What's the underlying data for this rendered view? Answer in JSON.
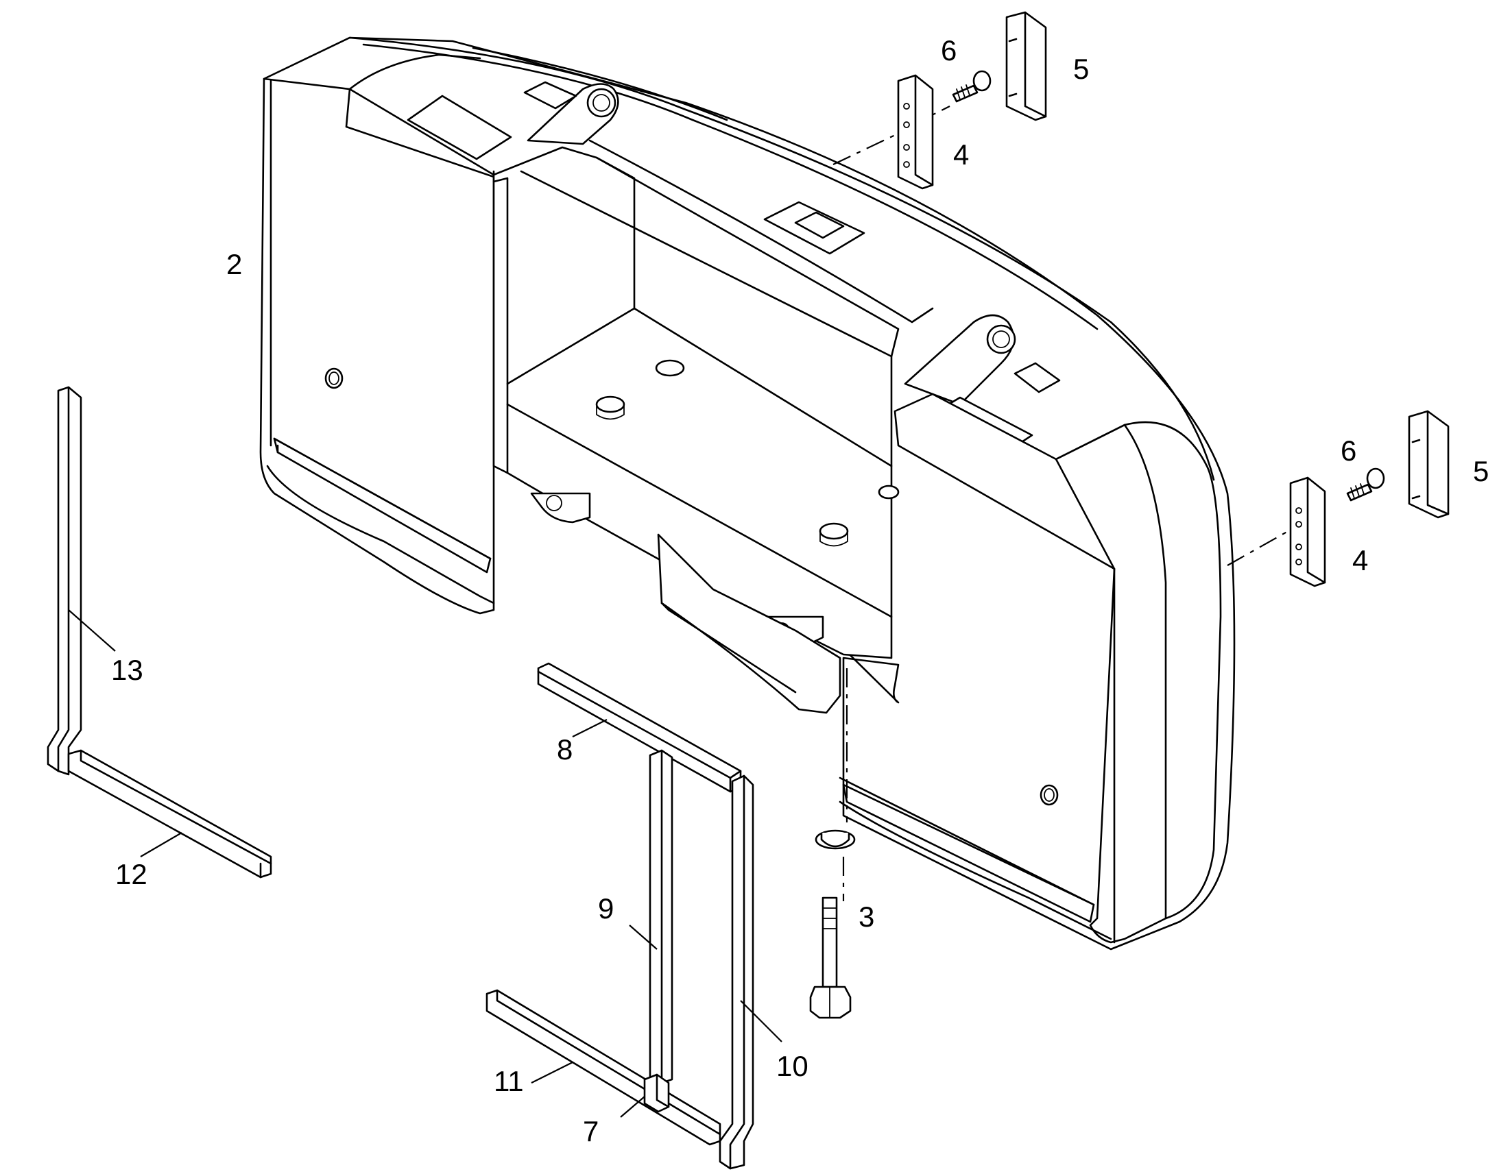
{
  "callouts": {
    "c2": "2",
    "c3": "3",
    "c4a": "4",
    "c4b": "4",
    "c5a": "5",
    "c5b": "5",
    "c6a": "6",
    "c6b": "6",
    "c7": "7",
    "c8": "8",
    "c9": "9",
    "c10": "10",
    "c11": "11",
    "c12": "12",
    "c13": "13"
  }
}
